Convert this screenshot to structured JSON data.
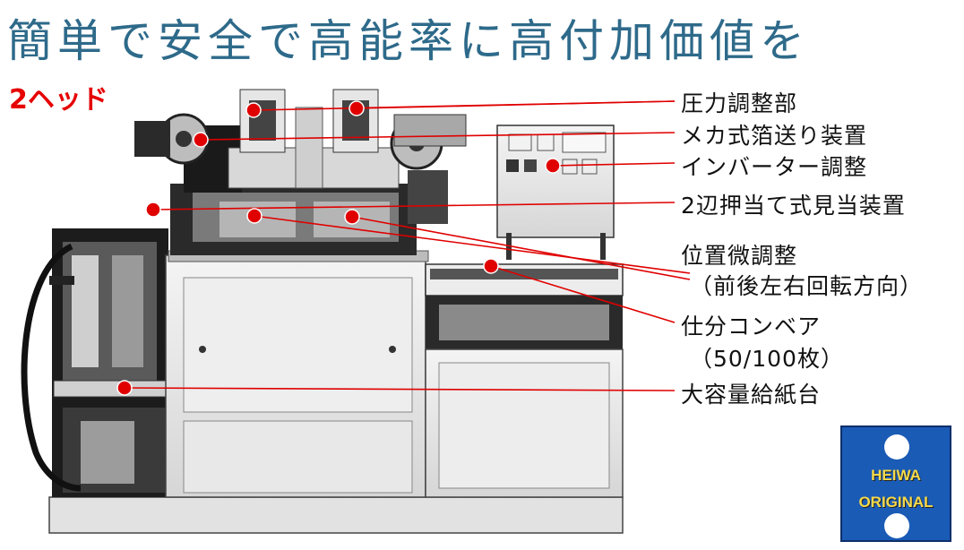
{
  "title": "簡単で安全で高能率に高付加価値を",
  "subtitle": "2ヘッド",
  "labels": [
    {
      "id": "pressure-adjust",
      "text": "圧力調整部"
    },
    {
      "id": "foil-feed",
      "text": "メカ式箔送り装置"
    },
    {
      "id": "inverter-adjust",
      "text": "インバーター調整"
    },
    {
      "id": "registration",
      "text": "2辺押当て式見当装置"
    },
    {
      "id": "fine-position-1",
      "text": "位置微調整"
    },
    {
      "id": "fine-position-2",
      "text": "（前後左右回転方向）"
    },
    {
      "id": "sorting-conveyor-1",
      "text": "仕分コンベア"
    },
    {
      "id": "sorting-conveyor-2",
      "text": "（50/100枚）"
    },
    {
      "id": "paper-feed",
      "text": "大容量給紙台"
    }
  ],
  "badge": {
    "line1": "HEIWA",
    "line2": "ORIGINAL",
    "color": "#1a5bb5",
    "text_color": "#f5d94a"
  },
  "colors": {
    "title": "#2e6a8a",
    "accent": "#e60000"
  }
}
